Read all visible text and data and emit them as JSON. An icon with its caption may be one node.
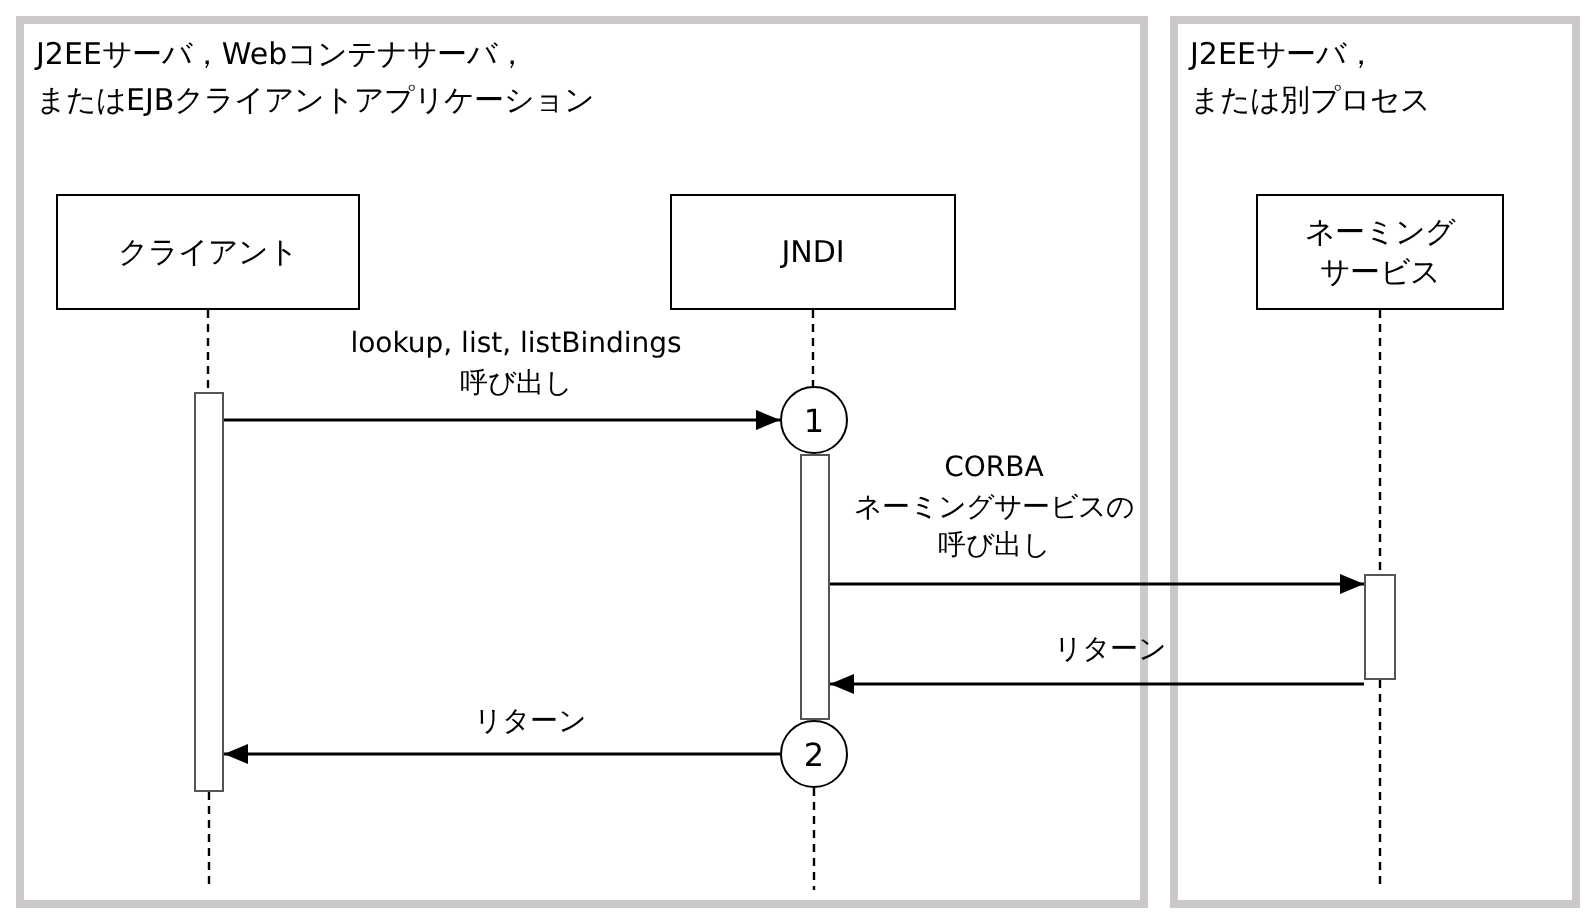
{
  "diagram": {
    "nodes": [
      {
        "text": [
          "J2EEサーバ，Webコンテナサーバ，またはEJBクライアントアプリケーション"
        ]
      },
      {
        "text": [
          "J2EEサーバ，または別プロセス"
        ]
      },
      {
        "text": [
          "クライアント"
        ],
        "in": 0
      },
      {
        "text": [
          "JNDI"
        ],
        "in": 0
      },
      {
        "text": [
          "ネーミングサービス"
        ],
        "in": 1
      },
      {
        "text": [],
        "shape": "bar",
        "in": 0
      },
      {
        "text": [
          "1"
        ],
        "in": 0
      },
      {
        "text": [],
        "shape": "bar",
        "in": 0
      },
      {
        "text": [
          "2"
        ],
        "in": 0
      },
      {
        "text": [],
        "shape": "bar",
        "in": 1
      }
    ],
    "edges": [
      {
        "from": 2,
        "to": 5,
        "arrow": "none",
        "style": "dashed"
      },
      {
        "from": 5,
        "to": null,
        "arrow": "none",
        "style": "dashed"
      },
      {
        "from": 3,
        "to": 6,
        "arrow": "none",
        "style": "dashed"
      },
      {
        "from": 8,
        "to": null,
        "arrow": "none",
        "style": "dashed"
      },
      {
        "from": 4,
        "to": 9,
        "arrow": "none",
        "style": "dashed"
      },
      {
        "from": 9,
        "to": null,
        "arrow": "none",
        "style": "dashed"
      },
      {
        "from": 5,
        "to": 6,
        "arrow": "to",
        "label": "lookup, list, listBindings 呼び出し"
      },
      {
        "from": 7,
        "to": 9,
        "arrow": "to",
        "label": "CORBA ネーミングサービスの呼び出し"
      },
      {
        "from": 9,
        "to": 7,
        "arrow": "to",
        "label": "リターン"
      },
      {
        "from": 8,
        "to": 5,
        "arrow": "to",
        "label": "リターン"
      }
    ]
  }
}
